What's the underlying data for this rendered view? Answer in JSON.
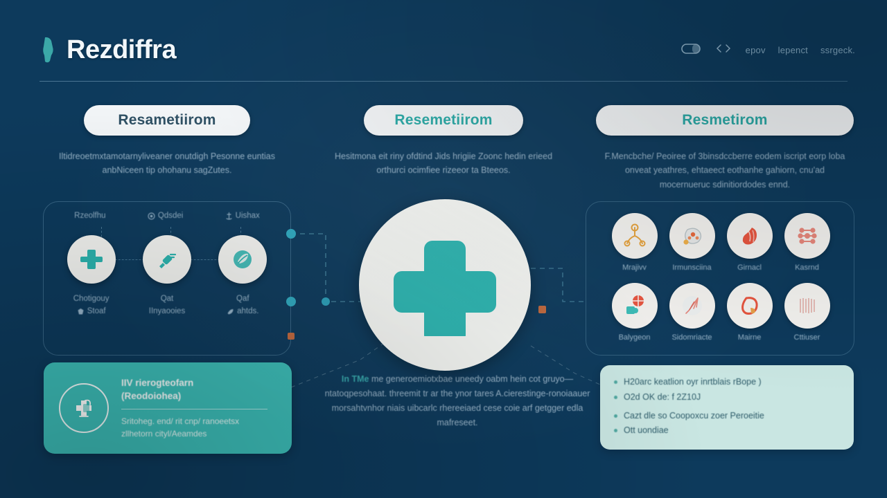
{
  "header": {
    "brand_title": "Rezdiffra",
    "brand_icon": "capsule-pill-icon",
    "nav": {
      "pill_icon": "capsule-outline-icon",
      "chevron_icon": "chevron-pair-icon",
      "links": [
        "epov",
        "lepenct",
        "ssrgeck."
      ]
    }
  },
  "columns": {
    "left": {
      "pill_label": "Resametiirom",
      "blurb": "Iltidreoetmxtamotarnyliveaner onutdigh Pesonne euntias anbNiceen tip ohohanu sagZutes."
    },
    "middle": {
      "pill_label": "Resemetiirom",
      "blurb": "Hesitmona eit riny ofdtind Jids hrigiie Zoonc hedin erieed orthurci ocimfiee rizeeor ta Bteeos."
    },
    "right": {
      "pill_label": "Resmetirom",
      "blurb": "F.Mencbche/ Peoiree of 3binsdccberre eodem iscript eorp loba onveat yeathres, ehtaeect eothanhe gahiorn, cnu'ad mocernueruc sdinitiordodes ennd."
    }
  },
  "left_panel": {
    "top_labels": [
      "Rzeolfhu",
      "Qdsdei",
      "Uishax"
    ],
    "nodes": [
      {
        "icon": "medical-cross-icon",
        "caption_line1": "Chotigouy",
        "caption_line2": "Stoaf",
        "caption_icon": "badge-icon"
      },
      {
        "icon": "syringe-icon",
        "caption_line1": "Qat",
        "caption_line2": "IInyaooies",
        "caption_icon": ""
      },
      {
        "icon": "leaf-capsule-icon",
        "caption_line1": "Qaf",
        "caption_line2": "ahtds.",
        "caption_icon": "leaf-icon"
      }
    ]
  },
  "hub": {
    "icon": "medical-cross-icon"
  },
  "center_note": {
    "lead": "In TMe",
    "body": "me generoemiotxbae uneedy oabm hein cot gruyo— ntatoqpesohaat. threemit tr ar the ynor tares A.cierestinge-ronoiaauer morsahtvnhor niais uibcarlc rhereeiaed cese coie arf getgger edla mafreseet."
  },
  "right_panel": {
    "grid": [
      {
        "icon": "nerve-branch-icon",
        "label": "Mrajivv"
      },
      {
        "icon": "brain-scan-icon",
        "label": "Irmunsciina"
      },
      {
        "icon": "muscle-icon",
        "label": "Girnacl"
      },
      {
        "icon": "bone-joint-icon",
        "label": "Kasrnd"
      },
      {
        "icon": "cell-cluster-icon",
        "label": "Balygeon"
      },
      {
        "icon": "vein-icon",
        "label": "Sidomriacte"
      },
      {
        "icon": "stomach-icon",
        "label": "Mairne"
      },
      {
        "icon": "fiber-icon",
        "label": "Cttiuser"
      }
    ]
  },
  "teal_box": {
    "icon": "iv-drip-cross-icon",
    "title_line1": "IIV rierogteofarn",
    "title_line2": "(Reodoiohea)",
    "sub_line1": "Sritoheg. end/ rit cnp/ ranoeetsx",
    "sub_line2": "zllhetorn cityl/Aeamdes"
  },
  "mint_box": {
    "items": [
      "H20arc keatlion oyr inrtblais rBope )",
      "O2d OK de: f 2Z10J",
      "Cazt dle so Coopoxcu zoer Peroeitie",
      "Ott uondiae"
    ]
  },
  "colors": {
    "background": "#0d3a5c",
    "teal": "#3cbdb8",
    "teal_dark": "#2aa9a6",
    "mint": "#c9e6e2",
    "card_white": "#f2f5f7",
    "text_muted": "#b7cfe0",
    "accent_orange": "#c1693f"
  }
}
